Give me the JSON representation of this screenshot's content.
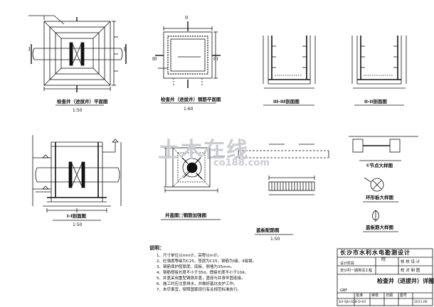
{
  "drawing": {
    "title_company": "长沙市水利水电勘测设计",
    "title_company_suffix": "院",
    "sheet_title": "检查井（进拔井）详图",
    "title_block_right": [
      "核 核 设 计",
      "校 对 制 图"
    ],
    "title_block_left_label": "设计阶段",
    "title_block_mid": "安沙村一期排渍工程",
    "row_labels": [
      "GBF",
      "批准",
      "审核",
      "日期",
      "图号"
    ],
    "dwg_code": "SH-SJH-028-D-04",
    "scale_date": "2011.06"
  },
  "views": [
    {
      "id": "plan-view",
      "caption": "检查井（进拔井）平面图",
      "scale": "1:50"
    },
    {
      "id": "rebar-plan",
      "caption": "检查井（进拔井）钢筋平面图",
      "scale": "1:60"
    },
    {
      "id": "section-iii",
      "caption": "III-III剖面图"
    },
    {
      "id": "section-ii",
      "caption": "II-II剖面图"
    },
    {
      "id": "section-i",
      "caption": "I-I剖面图",
      "scale": "1:50"
    },
    {
      "id": "well-cover",
      "caption": "井盖图□钢筋加强图"
    },
    {
      "id": "grate-plan",
      "caption": "盖板配筋图",
      "scale": "1:50"
    },
    {
      "id": "detail-a",
      "caption": "①节点大样图"
    },
    {
      "id": "detail-b",
      "caption": "环形板大样图"
    },
    {
      "id": "detail-c",
      "caption": "盖板筋大样图"
    }
  ],
  "section_marks": {
    "i": "I",
    "ii": "II",
    "iii": "III"
  },
  "notes": {
    "heading": "说明：",
    "lines": [
      "1、尺寸单位以mm计，高程以m计。",
      "2、砼强度等级为C25，垫层为C15，钢筋为I级、II级钢。",
      "3、钢筋保护层厚度，底板、侧墙为35mm。",
      "4、钢筋搭接长度不小于35d，焊接长度不小于10d。",
      "5、井盖采用重型铸铁井盖，盖座与井身牢固连接。",
      "6、施工时应注意排水，并做好基坑支护工作。",
      "7、未尽事宜，按照国家现行有关规范标准执行。"
    ]
  },
  "watermark": {
    "text": "土木在线",
    "url": "co188.com"
  }
}
